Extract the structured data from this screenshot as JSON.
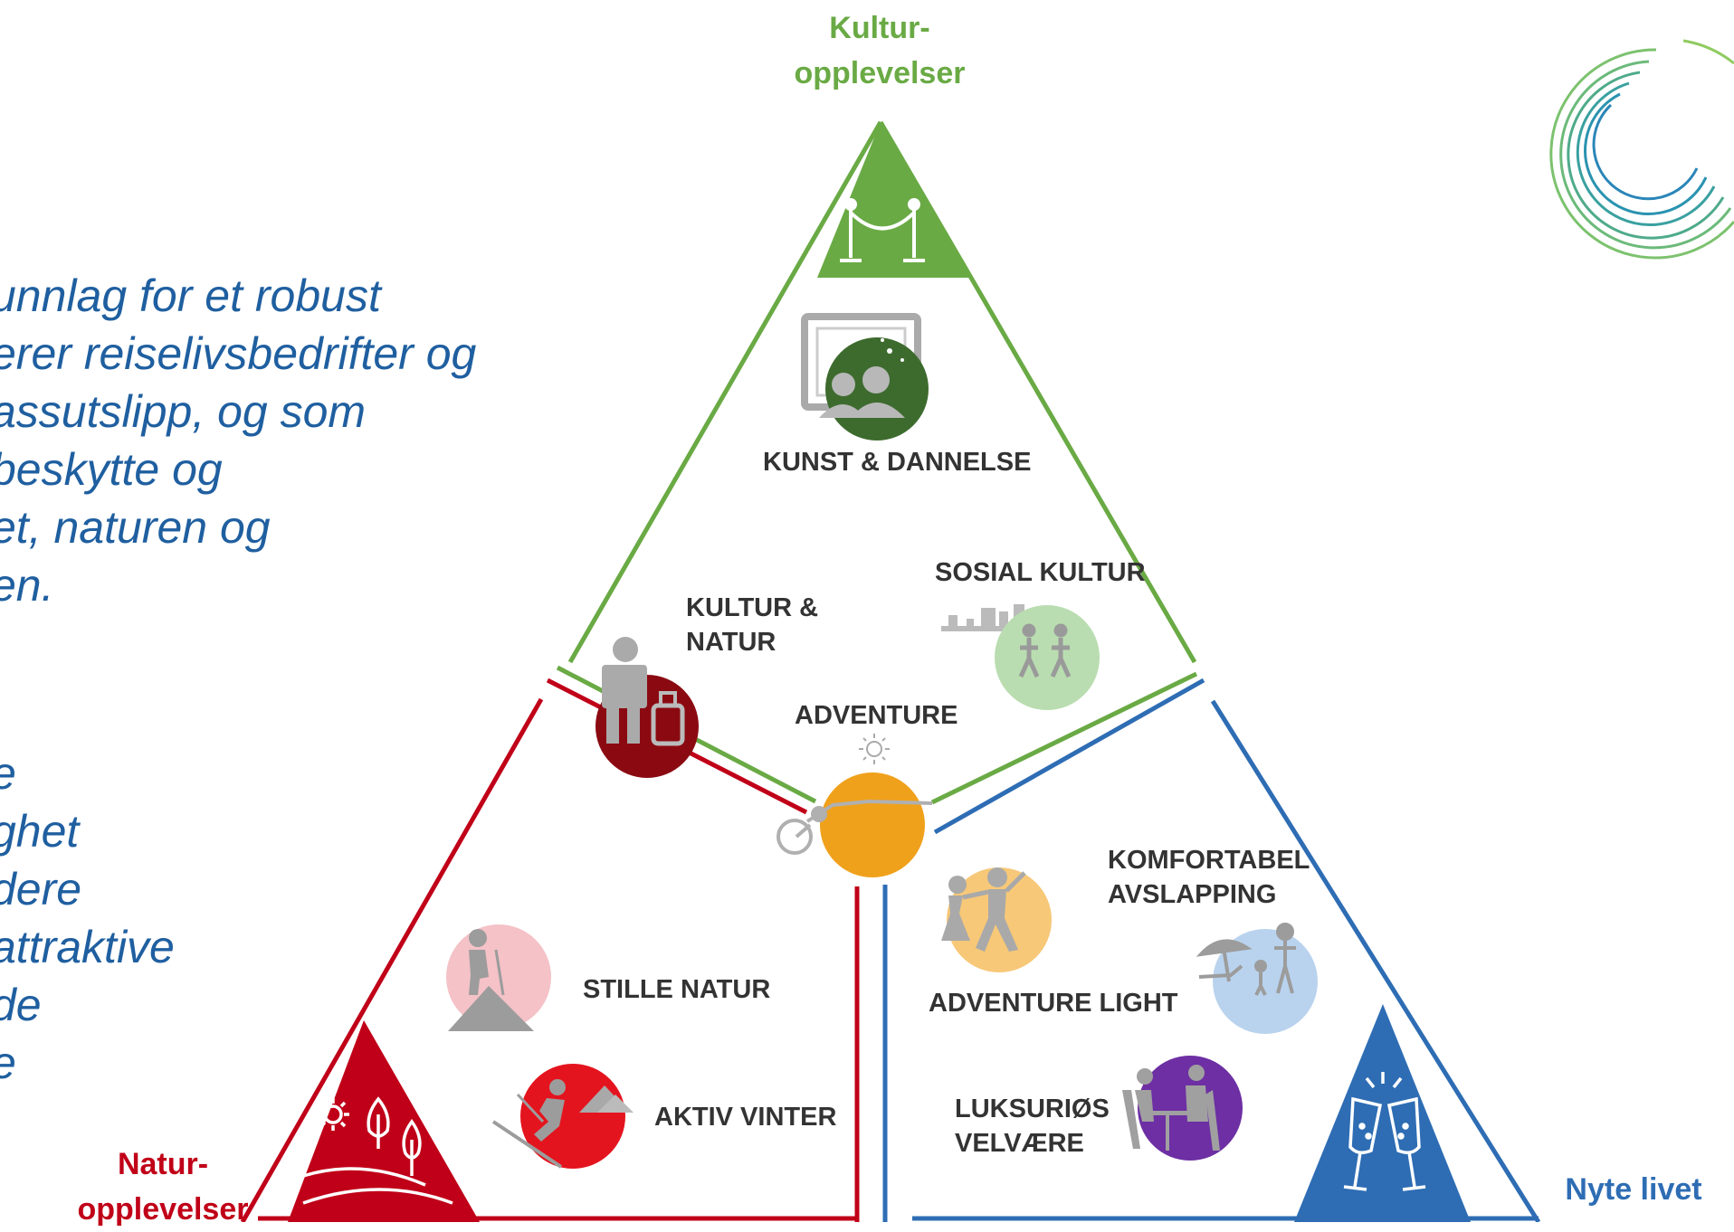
{
  "paragraph_top": [
    "unnlag for et robust",
    "erer reiselivsbedrifter og",
    "assutslipp, og som",
    "beskytte og",
    "et, naturen og",
    "en."
  ],
  "paragraph_bottom": [
    "e",
    "ghet",
    "dere",
    "attraktive",
    "de",
    "e"
  ],
  "corners": {
    "top": [
      "Kultur-",
      "opplevelser"
    ],
    "bottom_left": [
      "Natur-",
      "opplevelser"
    ],
    "bottom_right": [
      "Nyte livet"
    ]
  },
  "segments": {
    "kunst": "KUNST & DANNELSE",
    "sosial": "SOSIAL KULTUR",
    "kultur_natur": [
      "KULTUR &",
      "NATUR"
    ],
    "adventure": "ADVENTURE",
    "komfortabel": [
      "KOMFORTABEL",
      "AVSLAPPING"
    ],
    "stille": "STILLE NATUR",
    "adventure_light": "ADVENTURE LIGHT",
    "aktiv_vinter": "AKTIV VINTER",
    "luksurios": [
      "LUKSURIØS",
      "VELVÆRE"
    ]
  },
  "colors": {
    "green": "#6aaa45",
    "red": "#c00018",
    "blue": "#2e6db4",
    "text_blue": "#1f5fa0",
    "dark_green": "#3d6b2e",
    "light_green": "#b9ddb0",
    "dark_red": "#8b0a12",
    "pink": "#f4c2c7",
    "bright_red": "#e4141e",
    "orange": "#f0a11b",
    "light_orange": "#f7c878",
    "light_blue": "#b9d3ee",
    "purple": "#6d2fa3"
  },
  "icons": [
    "stanchion-icon",
    "framed-picture-icon",
    "city-skyline-icon",
    "walking-people-icon",
    "traveler-icon",
    "sun-icon",
    "cyclist-icon",
    "dancing-couple-icon",
    "beach-umbrella-icon",
    "hiker-icon",
    "skier-icon",
    "dining-icon",
    "tree-landscape-icon",
    "champagne-glasses-icon",
    "swirl-logo-icon"
  ]
}
